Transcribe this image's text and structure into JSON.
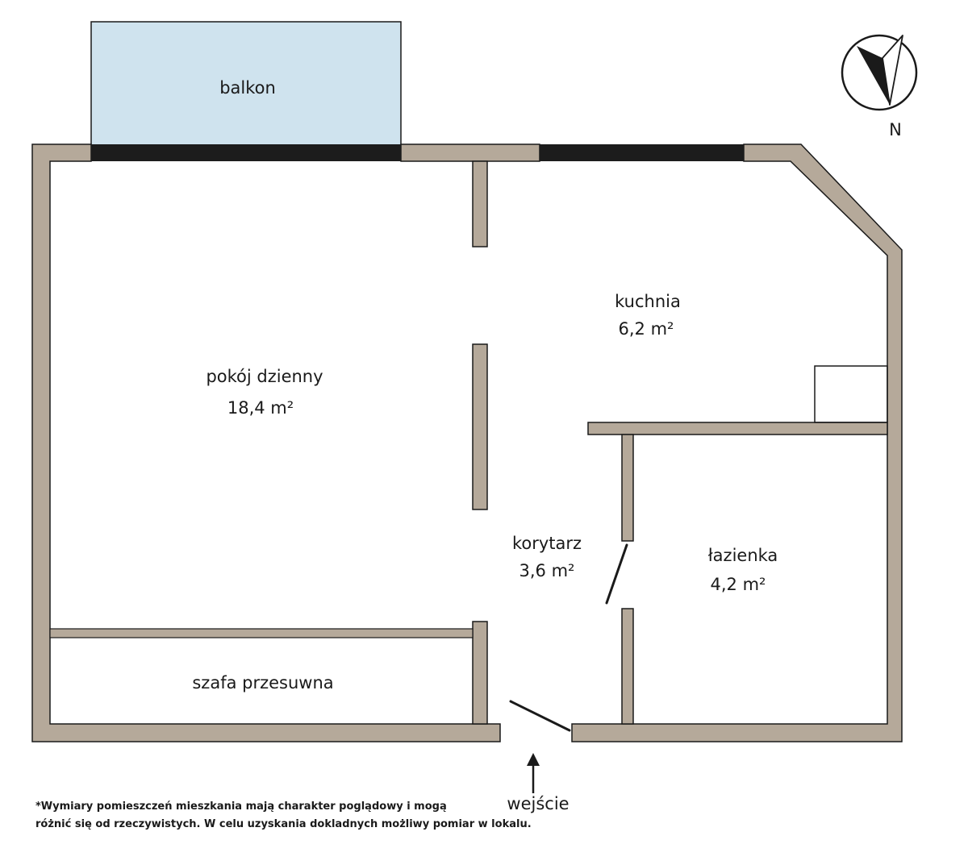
{
  "colors": {
    "wall": "#b5a99a",
    "wall_outline": "#1a1a1a",
    "window": "#1c1c1c",
    "balcony_fill": "#cfe3ee",
    "text": "#1a1a1a"
  },
  "rooms": {
    "balcony": {
      "name": "balkon"
    },
    "living_room": {
      "name": "pokój dzienny",
      "area": "18,4 m²"
    },
    "kitchen": {
      "name": "kuchnia",
      "area": "6,2 m²"
    },
    "corridor": {
      "name": "korytarz",
      "area": "3,6 m²"
    },
    "bathroom": {
      "name": "łazienka",
      "area": "4,2 m²"
    },
    "wardrobe": {
      "name": "szafa przesuwna"
    }
  },
  "entrance": {
    "label": "wejście",
    "icon": "arrow-up-icon"
  },
  "compass": {
    "label": "N",
    "icon": "compass-north-icon"
  },
  "footnote": {
    "line1": "*Wymiary pomieszczeń mieszkania mają charakter poglądowy i mogą",
    "line2": "różnić się od rzeczywistych. W celu uzyskania dokladnych możliwy pomiar w lokalu."
  }
}
